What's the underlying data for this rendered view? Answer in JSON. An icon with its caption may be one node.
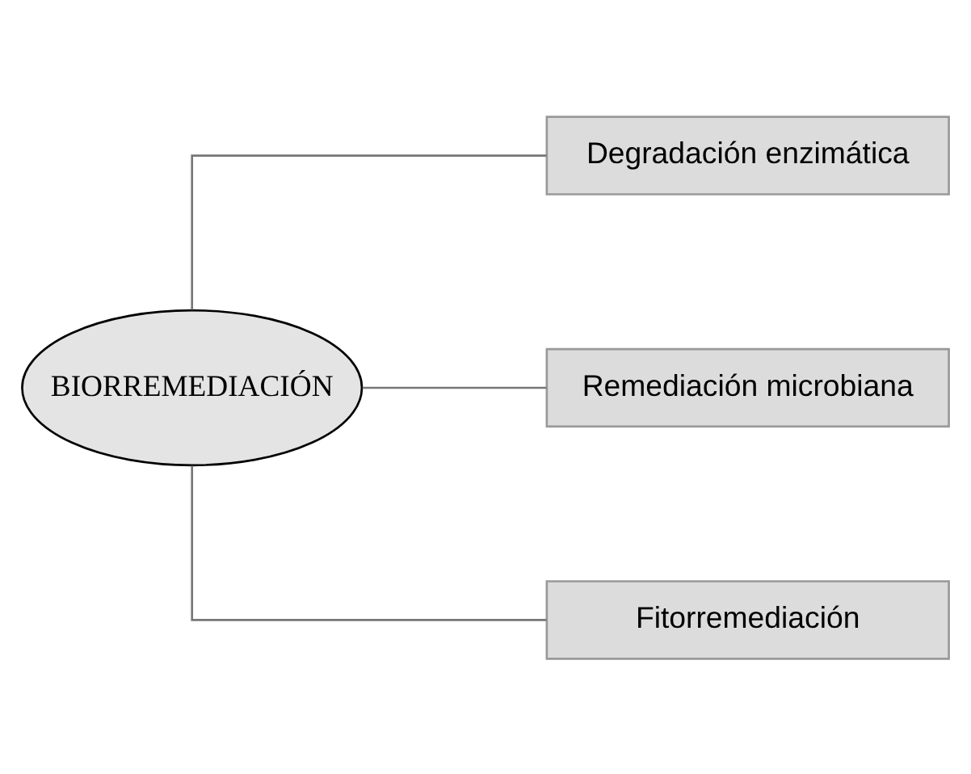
{
  "diagram": {
    "nodes": [
      {
        "text": [
          "BIORREMEDIACIÓN"
        ]
      },
      {
        "text": [
          "Degradación enzimática"
        ]
      },
      {
        "text": [
          "Remediación microbiana"
        ]
      },
      {
        "text": [
          "Fitorremediación"
        ]
      }
    ],
    "edges": [
      {
        "from": 0,
        "to": 1,
        "arrow": "none"
      },
      {
        "from": 0,
        "to": 2,
        "arrow": "none"
      },
      {
        "from": 0,
        "to": 3,
        "arrow": "none"
      }
    ]
  }
}
